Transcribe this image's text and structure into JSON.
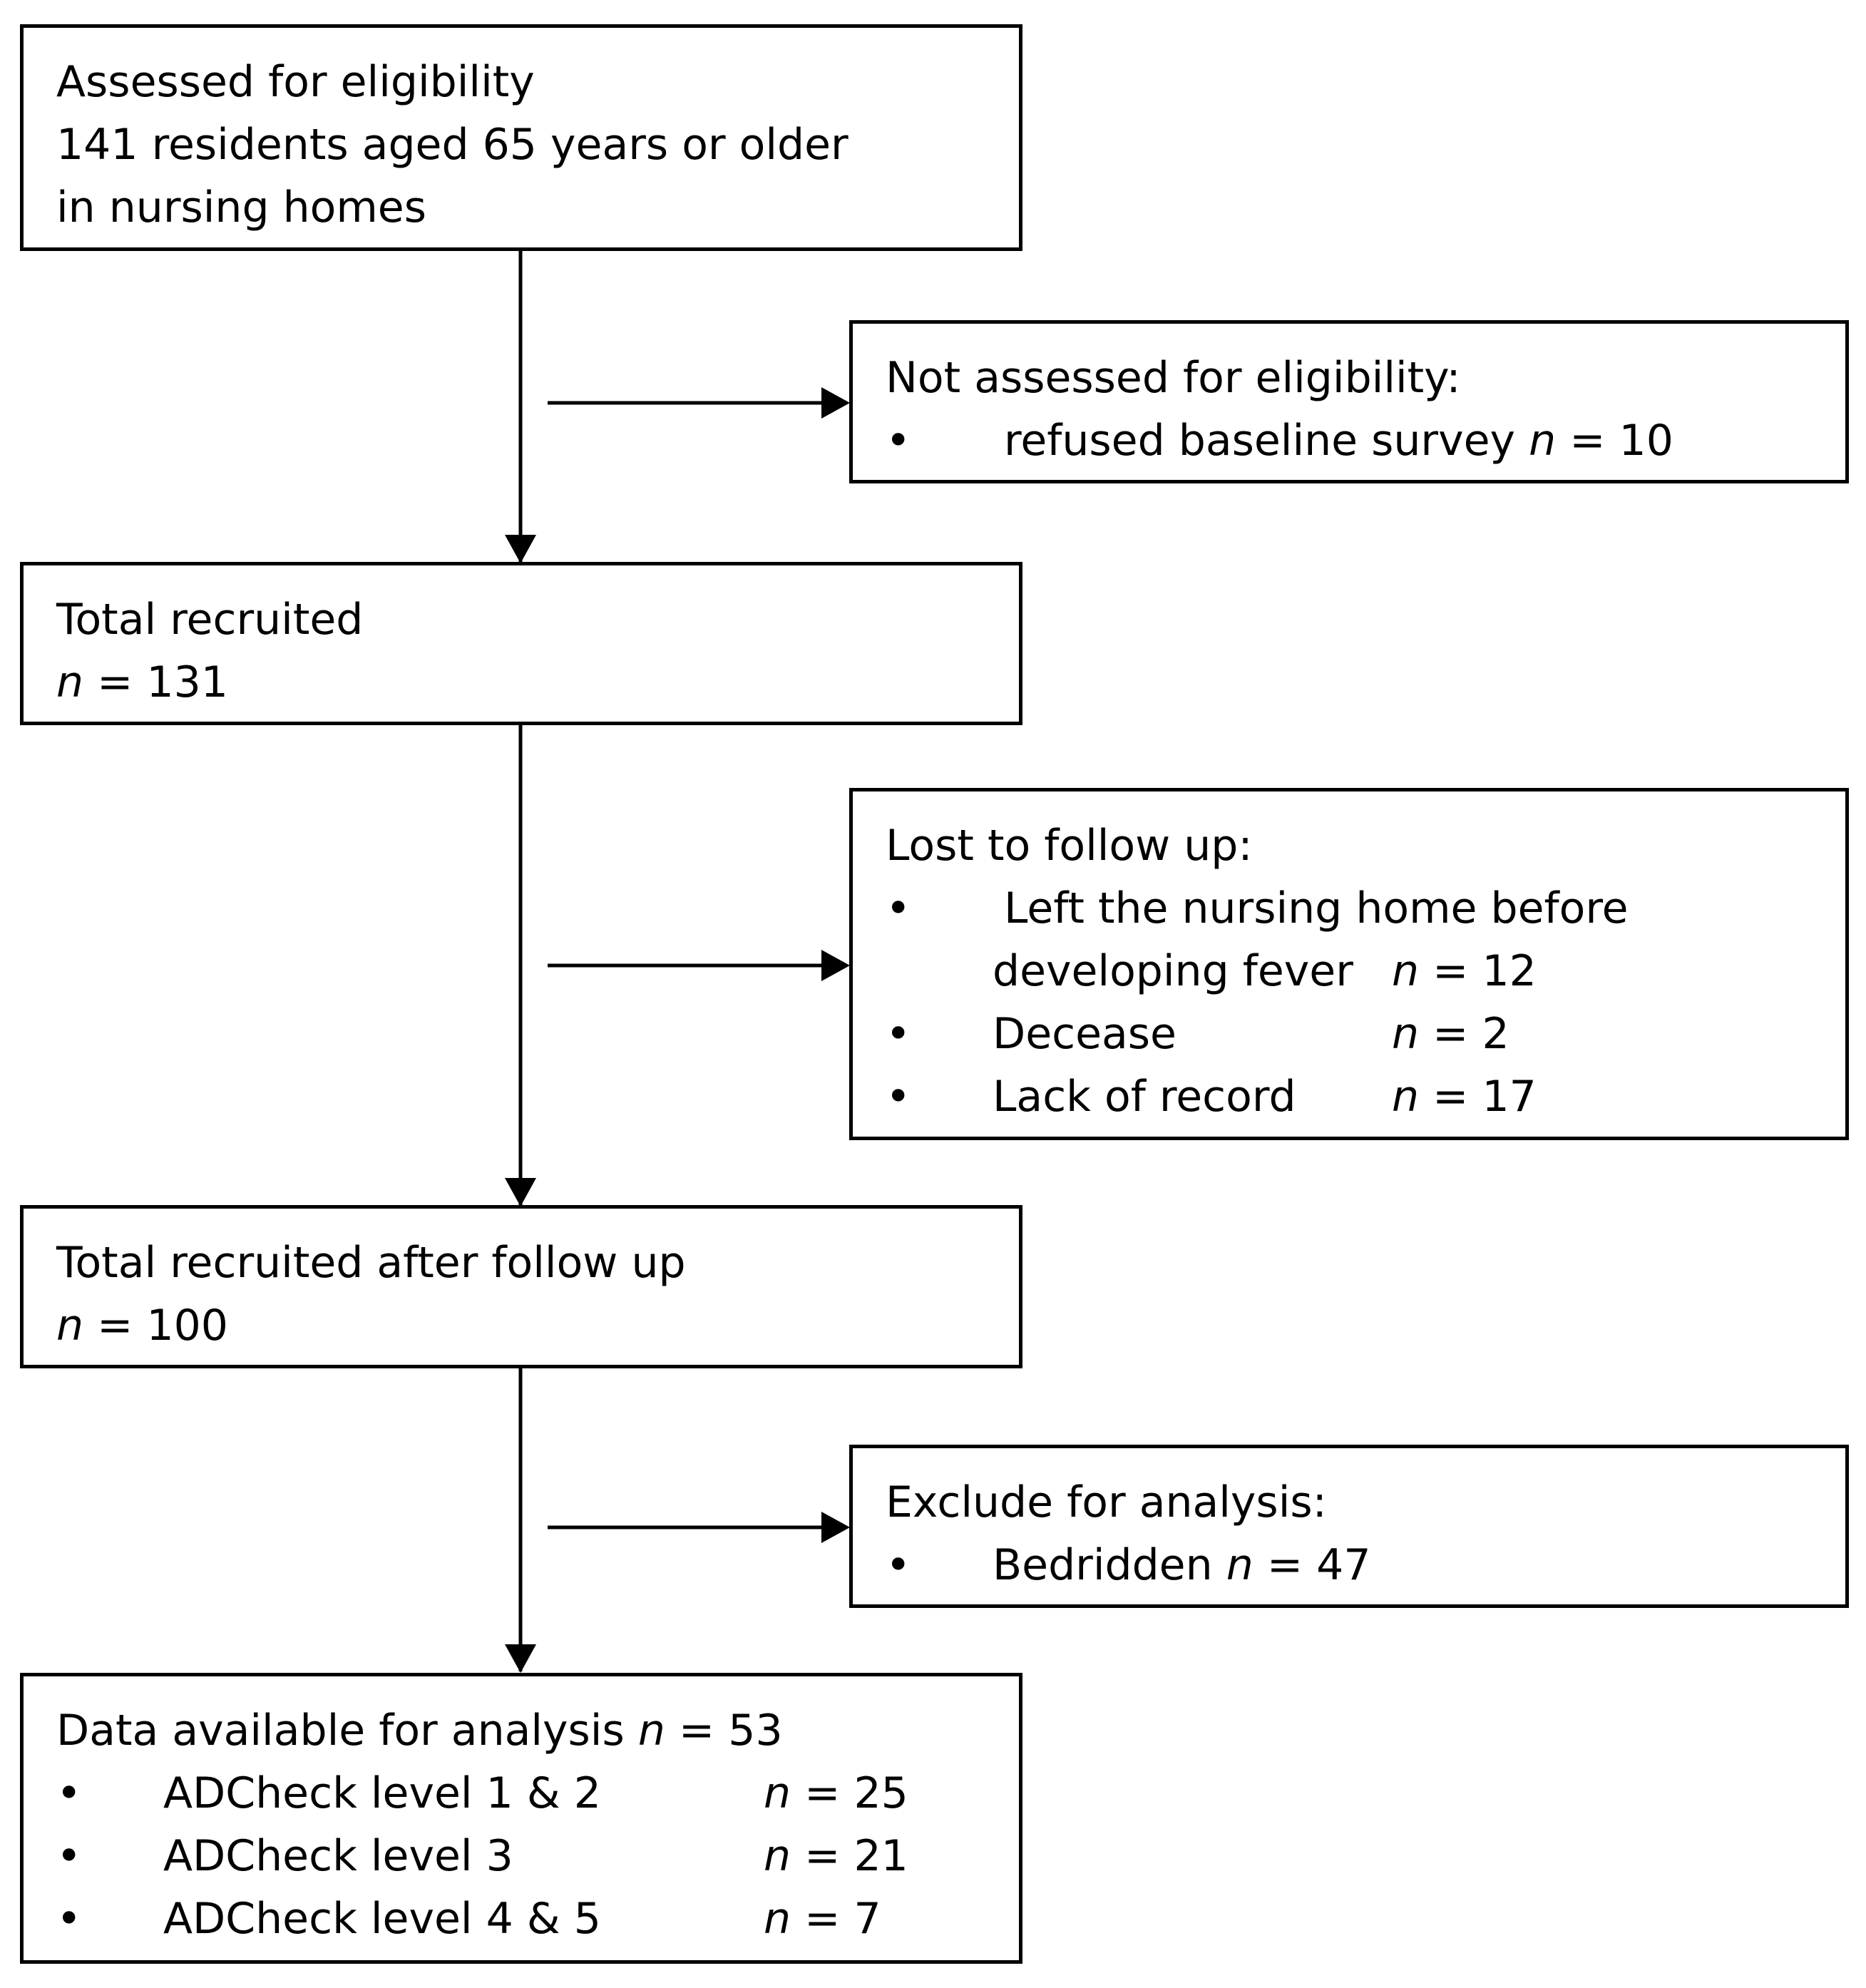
{
  "nodes": {
    "assessed": {
      "lines": [
        "Assessed for eligibility",
        "141 residents aged 65 years or older",
        "in nursing homes"
      ]
    },
    "not_assessed": {
      "heading": "Not assessed for eligibility:",
      "bullet": "•",
      "item_text": "refused baseline survey",
      "item_n_label": "n",
      "item_n_value": "= 10"
    },
    "recruited": {
      "heading": "Total recruited",
      "n_label": "n",
      "n_value": "= 131"
    },
    "lost": {
      "heading": "Lost to follow up:",
      "bullet": "•",
      "items": [
        {
          "text": "Left the nursing home before",
          "text_cont": "developing fever",
          "n_label": "n",
          "n_value": "= 12"
        },
        {
          "text": "Decease",
          "n_label": "n",
          "n_value": "= 2"
        },
        {
          "text": "Lack of record",
          "n_label": "n",
          "n_value": "= 17"
        }
      ]
    },
    "after_follow_up": {
      "heading": "Total recruited after follow up",
      "n_label": "n",
      "n_value": "= 100"
    },
    "excluded": {
      "heading": "Exclude for analysis:",
      "bullet": "•",
      "item_text": "Bedridden",
      "item_n_label": "n",
      "item_n_value": "= 47"
    },
    "analysis": {
      "heading": "Data available for analysis",
      "n_label": "n",
      "n_value": "= 53",
      "bullet": "•",
      "items": [
        {
          "text": "ADCheck level 1 & 2",
          "n_label": "n",
          "n_value": "= 25"
        },
        {
          "text": "ADCheck level 3",
          "n_label": "n",
          "n_value": "= 21"
        },
        {
          "text": "ADCheck level 4 & 5",
          "n_label": "n",
          "n_value": "= 7"
        }
      ]
    }
  },
  "edges": [
    {
      "from": "assessed",
      "to": "recruited",
      "label": ""
    },
    {
      "from": "assessed",
      "to": "not_assessed",
      "label": ""
    },
    {
      "from": "recruited",
      "to": "after_follow_up",
      "label": ""
    },
    {
      "from": "recruited",
      "to": "lost",
      "label": ""
    },
    {
      "from": "after_follow_up",
      "to": "analysis",
      "label": ""
    },
    {
      "from": "after_follow_up",
      "to": "excluded",
      "label": ""
    }
  ]
}
